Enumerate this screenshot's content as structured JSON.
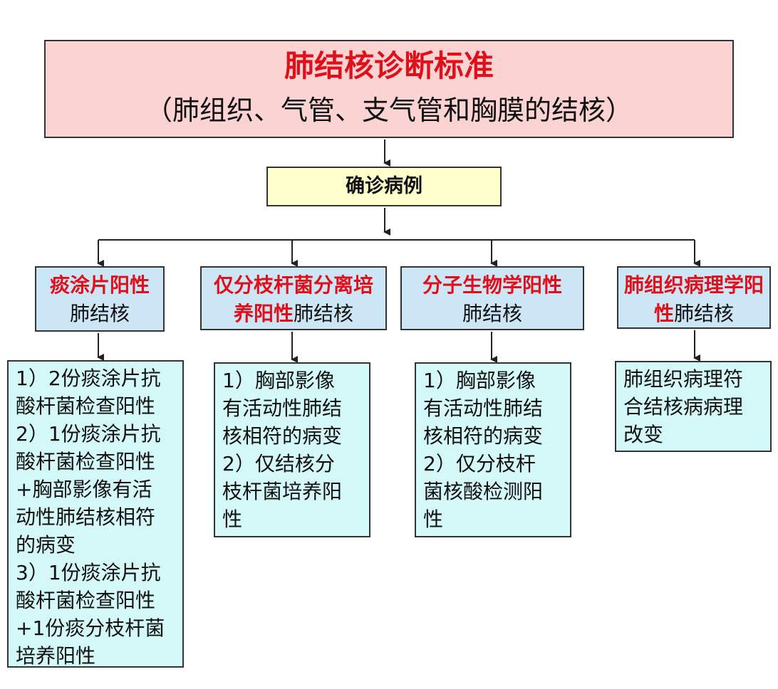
{
  "title": {
    "main": "肺结核诊断标准",
    "sub": "（肺组织、气管、支气管和胸膜的结核）"
  },
  "confirmed": "确诊病例",
  "categories": [
    {
      "red": "痰涂片阳性",
      "black": "肺结核"
    },
    {
      "red": "仅分枝杆菌分离培养阳性",
      "black": "肺结核"
    },
    {
      "red": "分子生物学阳性",
      "black": "肺结核"
    },
    {
      "red": "肺组织病理学阳性",
      "black": "肺结核"
    }
  ],
  "details": [
    "1）2份痰涂片抗\n酸杆菌检查阳性\n2）1份痰涂片抗\n酸杆菌检查阳性\n+胸部影像有活\n动性肺结核相符\n的病变\n3）1份痰涂片抗\n酸杆菌检查阳性\n+1份痰分枝杆菌\n培养阳性",
    "1）胸部影像\n有活动性肺结\n核相符的病变\n2）仅结核分\n枝杆菌培养阳\n性",
    "1）胸部影像\n有活动性肺结\n核相符的病变\n2）仅分枝杆\n菌核酸检测阳\n性",
    "肺组织病理符\n合结核病病理\n改变"
  ]
}
